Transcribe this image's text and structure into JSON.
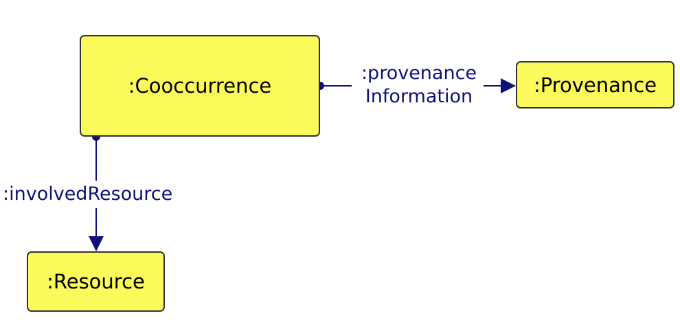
{
  "diagram": {
    "colors": {
      "node_fill": "#fafa5a",
      "node_border": "#333333",
      "edge": "#10107a"
    },
    "nodes": [
      {
        "id": "cooccurrence",
        "label": ":Cooccurrence"
      },
      {
        "id": "provenance",
        "label": ":Provenance"
      },
      {
        "id": "resource",
        "label": ":Resource"
      }
    ],
    "edges": [
      {
        "id": "provenance-information",
        "from": "cooccurrence",
        "to": "provenance",
        "label_lines": [
          ":provenance",
          "Information"
        ]
      },
      {
        "id": "involved-resource",
        "from": "cooccurrence",
        "to": "resource",
        "label": ":involvedResource"
      }
    ]
  }
}
